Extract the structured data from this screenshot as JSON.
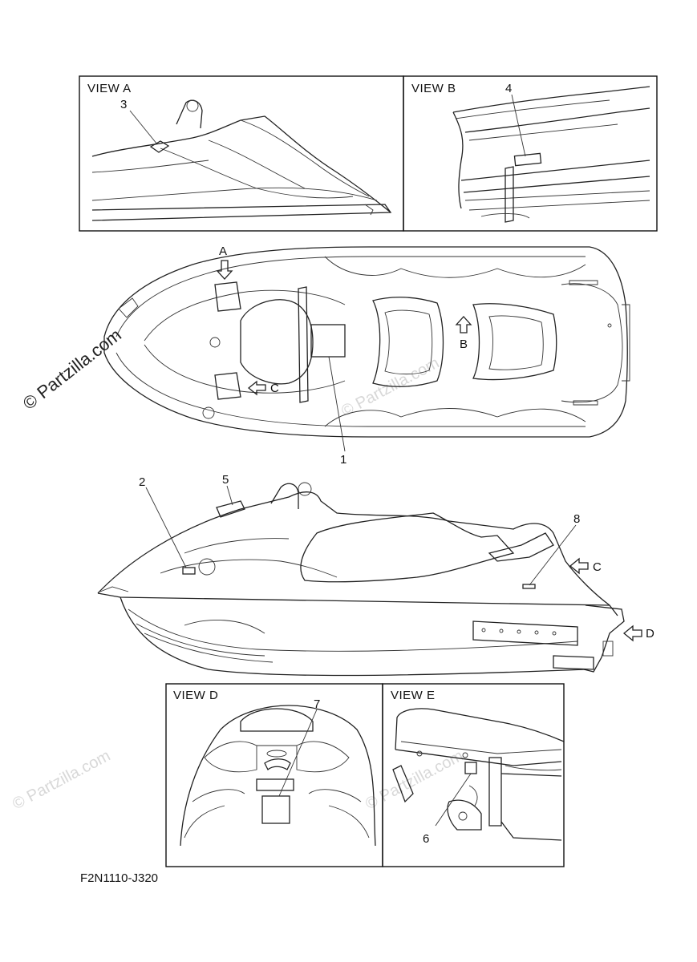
{
  "views": {
    "a": "VIEW A",
    "b": "VIEW B",
    "d": "VIEW D",
    "e": "VIEW E"
  },
  "callouts": {
    "c1": "1",
    "c2": "2",
    "c3": "3",
    "c4": "4",
    "c5": "5",
    "c6": "6",
    "c7": "7",
    "c8": "8"
  },
  "arrows": {
    "a": "A",
    "b": "B",
    "c_top": "C",
    "c_side": "C",
    "d": "D"
  },
  "watermarks": {
    "main": "© Partzilla.com",
    "faint": "© Partzilla.com"
  },
  "diagram_code": "F2N1110-J320",
  "colors": {
    "line": "#222222",
    "watermark": "#d8d8d8",
    "background": "#ffffff"
  }
}
